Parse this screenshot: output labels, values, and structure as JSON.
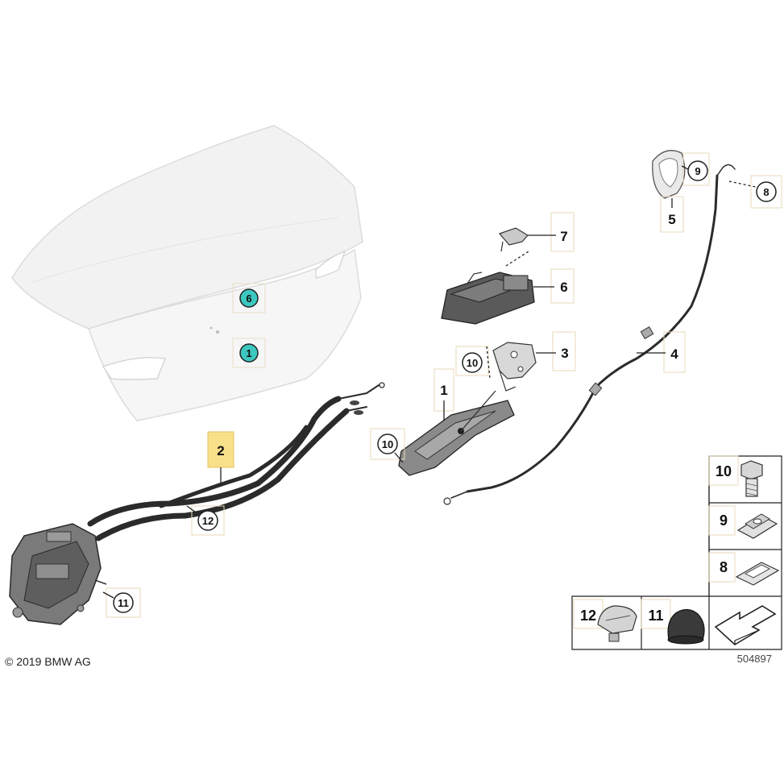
{
  "copyright": "© 2019 BMW AG",
  "diagram_number": "504897",
  "callouts": {
    "c6_lid": "6",
    "c1_lid": "1",
    "c2": "2",
    "c12": "12",
    "c11": "11",
    "c7": "7",
    "c6": "6",
    "c3": "3",
    "c10a": "10",
    "c1": "1",
    "c10b": "10",
    "c4": "4",
    "c5": "5",
    "c9": "9",
    "c8": "8"
  },
  "legend": {
    "p10": "10",
    "p9": "9",
    "p8": "8",
    "p12": "12",
    "p11": "11"
  },
  "colors": {
    "highlight_callout": "#3cc8c0",
    "selected_part_box": "#f8e08a"
  }
}
